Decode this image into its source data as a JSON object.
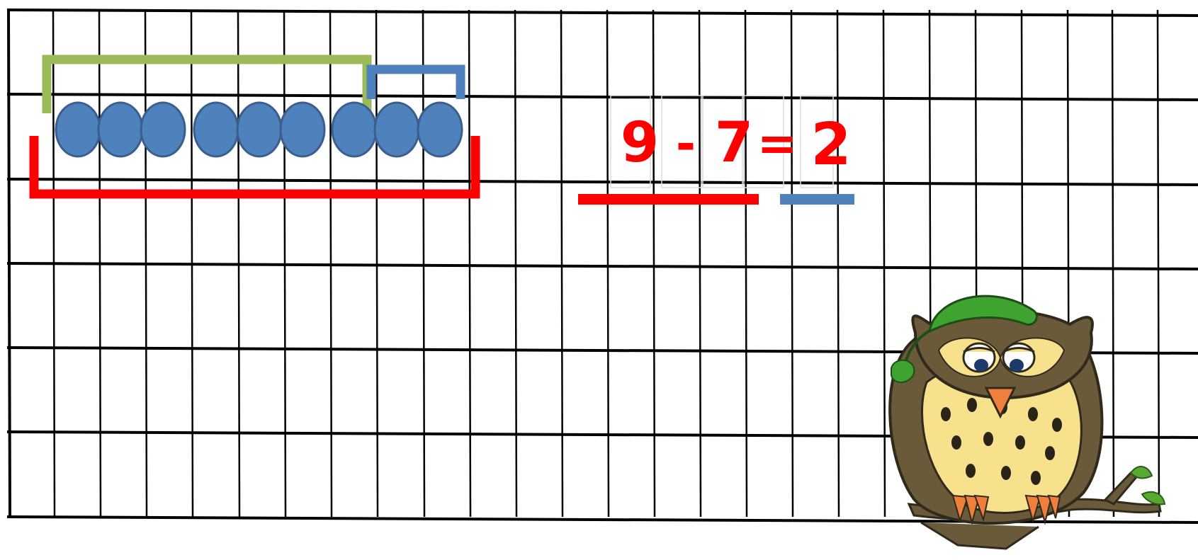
{
  "colors": {
    "grid_line": "#000000",
    "counter_fill": "#4f81bd",
    "counter_stroke": "#3a5f8f",
    "bracket_total": "#ff0000",
    "bracket_part_subtracted": "#9bbb59",
    "bracket_part_remaining": "#4f81bd",
    "equation_text": "#ff0000",
    "underline_expression": "#ff0000",
    "underline_result": "#4f81bd"
  },
  "counters": {
    "total": 9,
    "subtracted": 7,
    "remaining": 2
  },
  "equation": {
    "minuend": "9",
    "operator": "-",
    "subtrahend": "7",
    "equals": "=",
    "result": "2"
  },
  "illustration": {
    "subject": "owl-on-branch",
    "icon": "owl-icon"
  }
}
